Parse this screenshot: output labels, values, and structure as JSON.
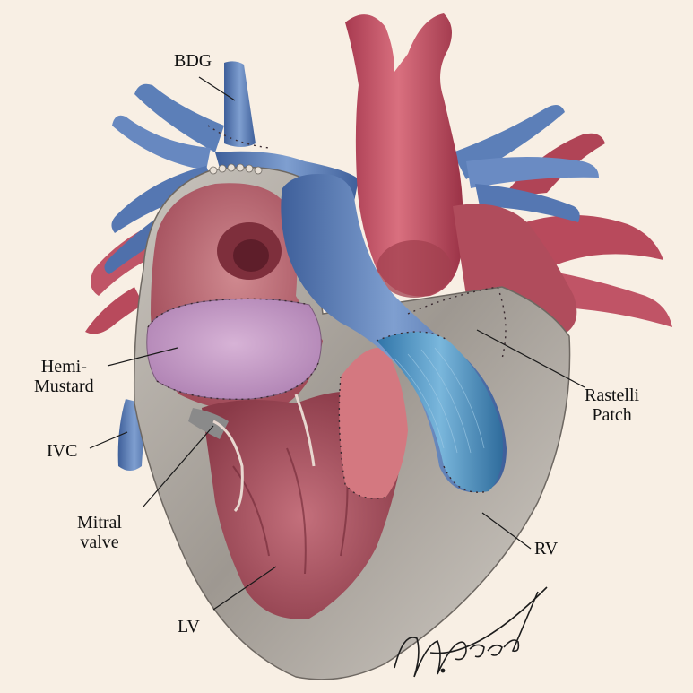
{
  "labels": {
    "bdg": "BDG",
    "hemi_mustard": [
      "Hemi-",
      "Mustard"
    ],
    "ivc": "IVC",
    "mitral_valve": [
      "Mitral",
      "valve"
    ],
    "lv": "LV",
    "rastelli_patch": [
      "Rastelli",
      "Patch"
    ],
    "rv": "RV"
  },
  "signature": "M. Leonard",
  "colors": {
    "background": "#f8efe4",
    "vein_blue": "#5c7fb8",
    "conduit_blue": "#4f93c4",
    "aorta_red": "#c9566a",
    "myocardium_pink": "#b8606e",
    "baffle_lilac": "#c8a0c4",
    "wall_gray": "#a8a39d"
  }
}
